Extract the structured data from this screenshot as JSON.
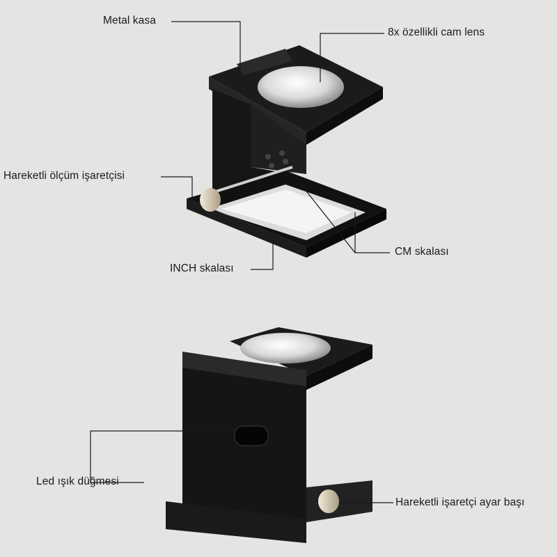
{
  "labels": {
    "metal_case": "Metal kasa",
    "lens": "8x özellikli cam lens",
    "moving_marker": "Hareketli ölçüm işaretçisi",
    "cm_scale": "CM skalası",
    "inch_scale": "INCH skalası",
    "led_button": "Led ışık düğmesi",
    "marker_knob": "Hareketli işaretçi ayar başı"
  },
  "colors": {
    "background": "#e4e4e3",
    "device": "#151515",
    "leader_line": "#1a1a1a"
  }
}
